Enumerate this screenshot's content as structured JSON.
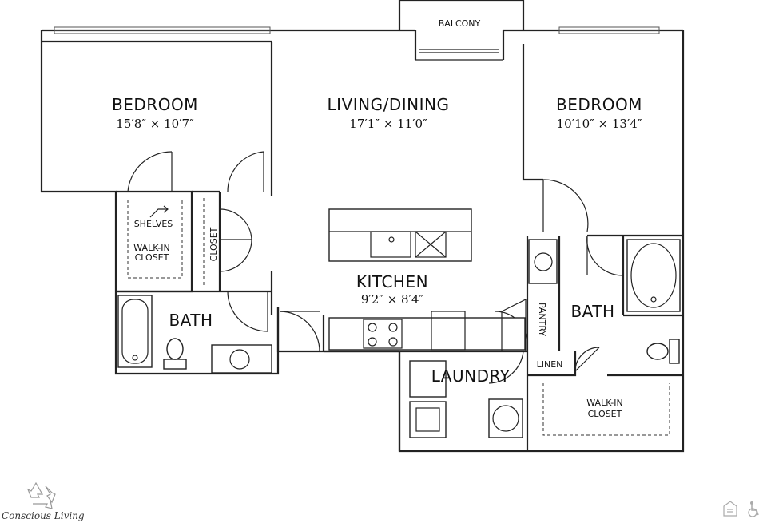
{
  "rooms": {
    "bedroom_left": {
      "name": "BEDROOM",
      "dims": "15′8″ × 10′7″"
    },
    "living": {
      "name": "LIVING/DINING",
      "dims": "17′1″ × 11′0″"
    },
    "bedroom_right": {
      "name": "BEDROOM",
      "dims": "10′10″ × 13′4″"
    },
    "kitchen": {
      "name": "KITCHEN",
      "dims": "9′2″ × 8′4″"
    },
    "bath_left": {
      "name": "BATH"
    },
    "bath_right": {
      "name": "BATH"
    },
    "laundry": {
      "name": "LAUNDRY"
    },
    "balcony": {
      "name": "BALCONY"
    }
  },
  "labels": {
    "shelves": "SHELVES",
    "walkin_left_1": "WALK-IN",
    "walkin_left_2": "CLOSET",
    "closet": "CLOSET",
    "pantry": "PANTRY",
    "linen": "LINEN",
    "walkin_right_1": "WALK-IN",
    "walkin_right_2": "CLOSET"
  },
  "footer": {
    "brand": "Conscious Living",
    "recycle_icon": "recycle-icon",
    "equal_housing_icon": "equal-housing-icon",
    "accessibility_icon": "accessibility-icon"
  }
}
